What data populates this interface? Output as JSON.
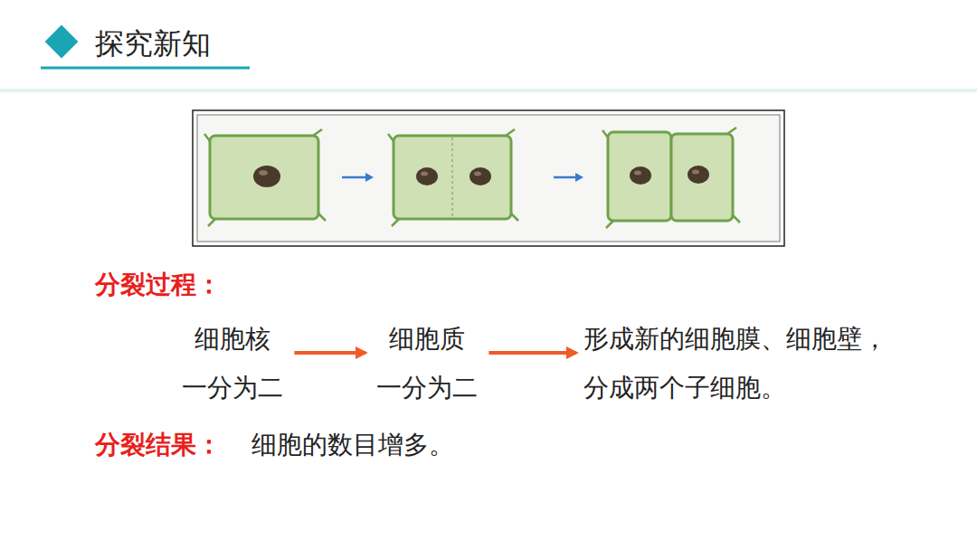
{
  "diagram": {
    "title": "探究新知",
    "nodes": [
      {
        "text": [
          "细胞核 一分为二"
        ]
      },
      {
        "text": [
          "细胞质 一分为二"
        ]
      },
      {
        "text": [
          "形成新的细胞膜、细胞壁， 分成两个子细胞。"
        ]
      }
    ],
    "edges": [
      {
        "from": 0,
        "to": 1,
        "arrow": "to"
      },
      {
        "from": 1,
        "to": 2,
        "arrow": "to"
      }
    ],
    "labels": [
      "分裂过程：",
      "分裂结果：",
      "细胞的数目增多。"
    ]
  }
}
